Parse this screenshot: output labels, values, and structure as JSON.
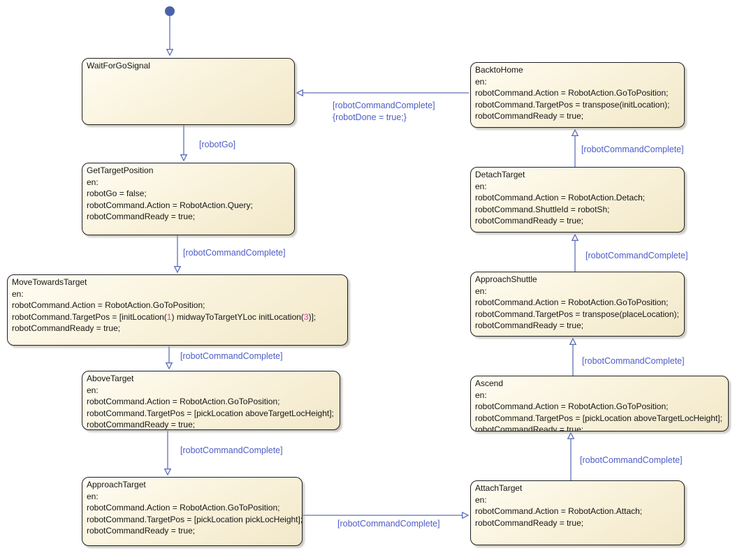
{
  "diagram": {
    "type": "stateflow-state-machine",
    "colors": {
      "state_fill_top": "#fffdf4",
      "state_fill_bottom": "#f2e8ca",
      "state_border": "#1f1f1f",
      "transition_line": "#5f6fb8",
      "transition_label": "#4d5cc8",
      "initial_dot": "#4c62a8",
      "numeric_literal": "#e23bb0"
    }
  },
  "states": [
    {
      "name": "WaitForGoSignal",
      "code": []
    },
    {
      "name": "GetTargetPosition",
      "code": [
        "en:",
        "robotGo = false;",
        "robotCommand.Action = RobotAction.Query;",
        "robotCommandReady = true;"
      ]
    },
    {
      "name": "MoveTowardsTarget",
      "code": [
        "en:",
        "robotCommand.Action = RobotAction.GoToPosition;",
        {
          "segments": [
            "robotCommand.TargetPos = [initLocation(",
            "1",
            ") midwayToTargetYLoc initLocation(",
            "3",
            ")];"
          ]
        },
        "robotCommandReady = true;"
      ]
    },
    {
      "name": "AboveTarget",
      "code": [
        "en:",
        "robotCommand.Action = RobotAction.GoToPosition;",
        "robotCommand.TargetPos = [pickLocation aboveTargetLocHeight];",
        "robotCommandReady = true;"
      ]
    },
    {
      "name": "ApproachTarget",
      "code": [
        "en:",
        "robotCommand.Action = RobotAction.GoToPosition;",
        "robotCommand.TargetPos = [pickLocation pickLocHeight];",
        "robotCommandReady = true;"
      ]
    },
    {
      "name": "AttachTarget",
      "code": [
        "en:",
        "robotCommand.Action = RobotAction.Attach;",
        "robotCommandReady = true;"
      ]
    },
    {
      "name": "Ascend",
      "code": [
        "en:",
        "robotCommand.Action = RobotAction.GoToPosition;",
        "robotCommand.TargetPos = [pickLocation aboveTargetLocHeight];",
        "robotCommandReady = true;"
      ]
    },
    {
      "name": "ApproachShuttle",
      "code": [
        "en:",
        "robotCommand.Action = RobotAction.GoToPosition;",
        "robotCommand.TargetPos = transpose(placeLocation);",
        "robotCommandReady = true;"
      ]
    },
    {
      "name": "DetachTarget",
      "code": [
        "en:",
        "robotCommand.Action = RobotAction.Detach;",
        "robotCommand.ShuttleId = robotSh;",
        "robotCommandReady = true;"
      ]
    },
    {
      "name": "BacktoHome",
      "code": [
        "en:",
        "robotCommand.Action = RobotAction.GoToPosition;",
        "robotCommand.TargetPos = transpose(initLocation);",
        "robotCommandReady = true;"
      ]
    }
  ],
  "transitions": [
    {
      "from": "initial",
      "to": "WaitForGoSignal",
      "label": ""
    },
    {
      "from": "WaitForGoSignal",
      "to": "GetTargetPosition",
      "label": "[robotGo]"
    },
    {
      "from": "GetTargetPosition",
      "to": "MoveTowardsTarget",
      "label": "[robotCommandComplete]"
    },
    {
      "from": "MoveTowardsTarget",
      "to": "AboveTarget",
      "label": "[robotCommandComplete]"
    },
    {
      "from": "AboveTarget",
      "to": "ApproachTarget",
      "label": "[robotCommandComplete]"
    },
    {
      "from": "ApproachTarget",
      "to": "AttachTarget",
      "label": "[robotCommandComplete]"
    },
    {
      "from": "AttachTarget",
      "to": "Ascend",
      "label": "[robotCommandComplete]"
    },
    {
      "from": "Ascend",
      "to": "ApproachShuttle",
      "label": "[robotCommandComplete]"
    },
    {
      "from": "ApproachShuttle",
      "to": "DetachTarget",
      "label": "[robotCommandComplete]"
    },
    {
      "from": "DetachTarget",
      "to": "BacktoHome",
      "label": "[robotCommandComplete]"
    },
    {
      "from": "BacktoHome",
      "to": "WaitForGoSignal",
      "label": "[robotCommandComplete]",
      "action": "{robotDone = true;}"
    }
  ]
}
